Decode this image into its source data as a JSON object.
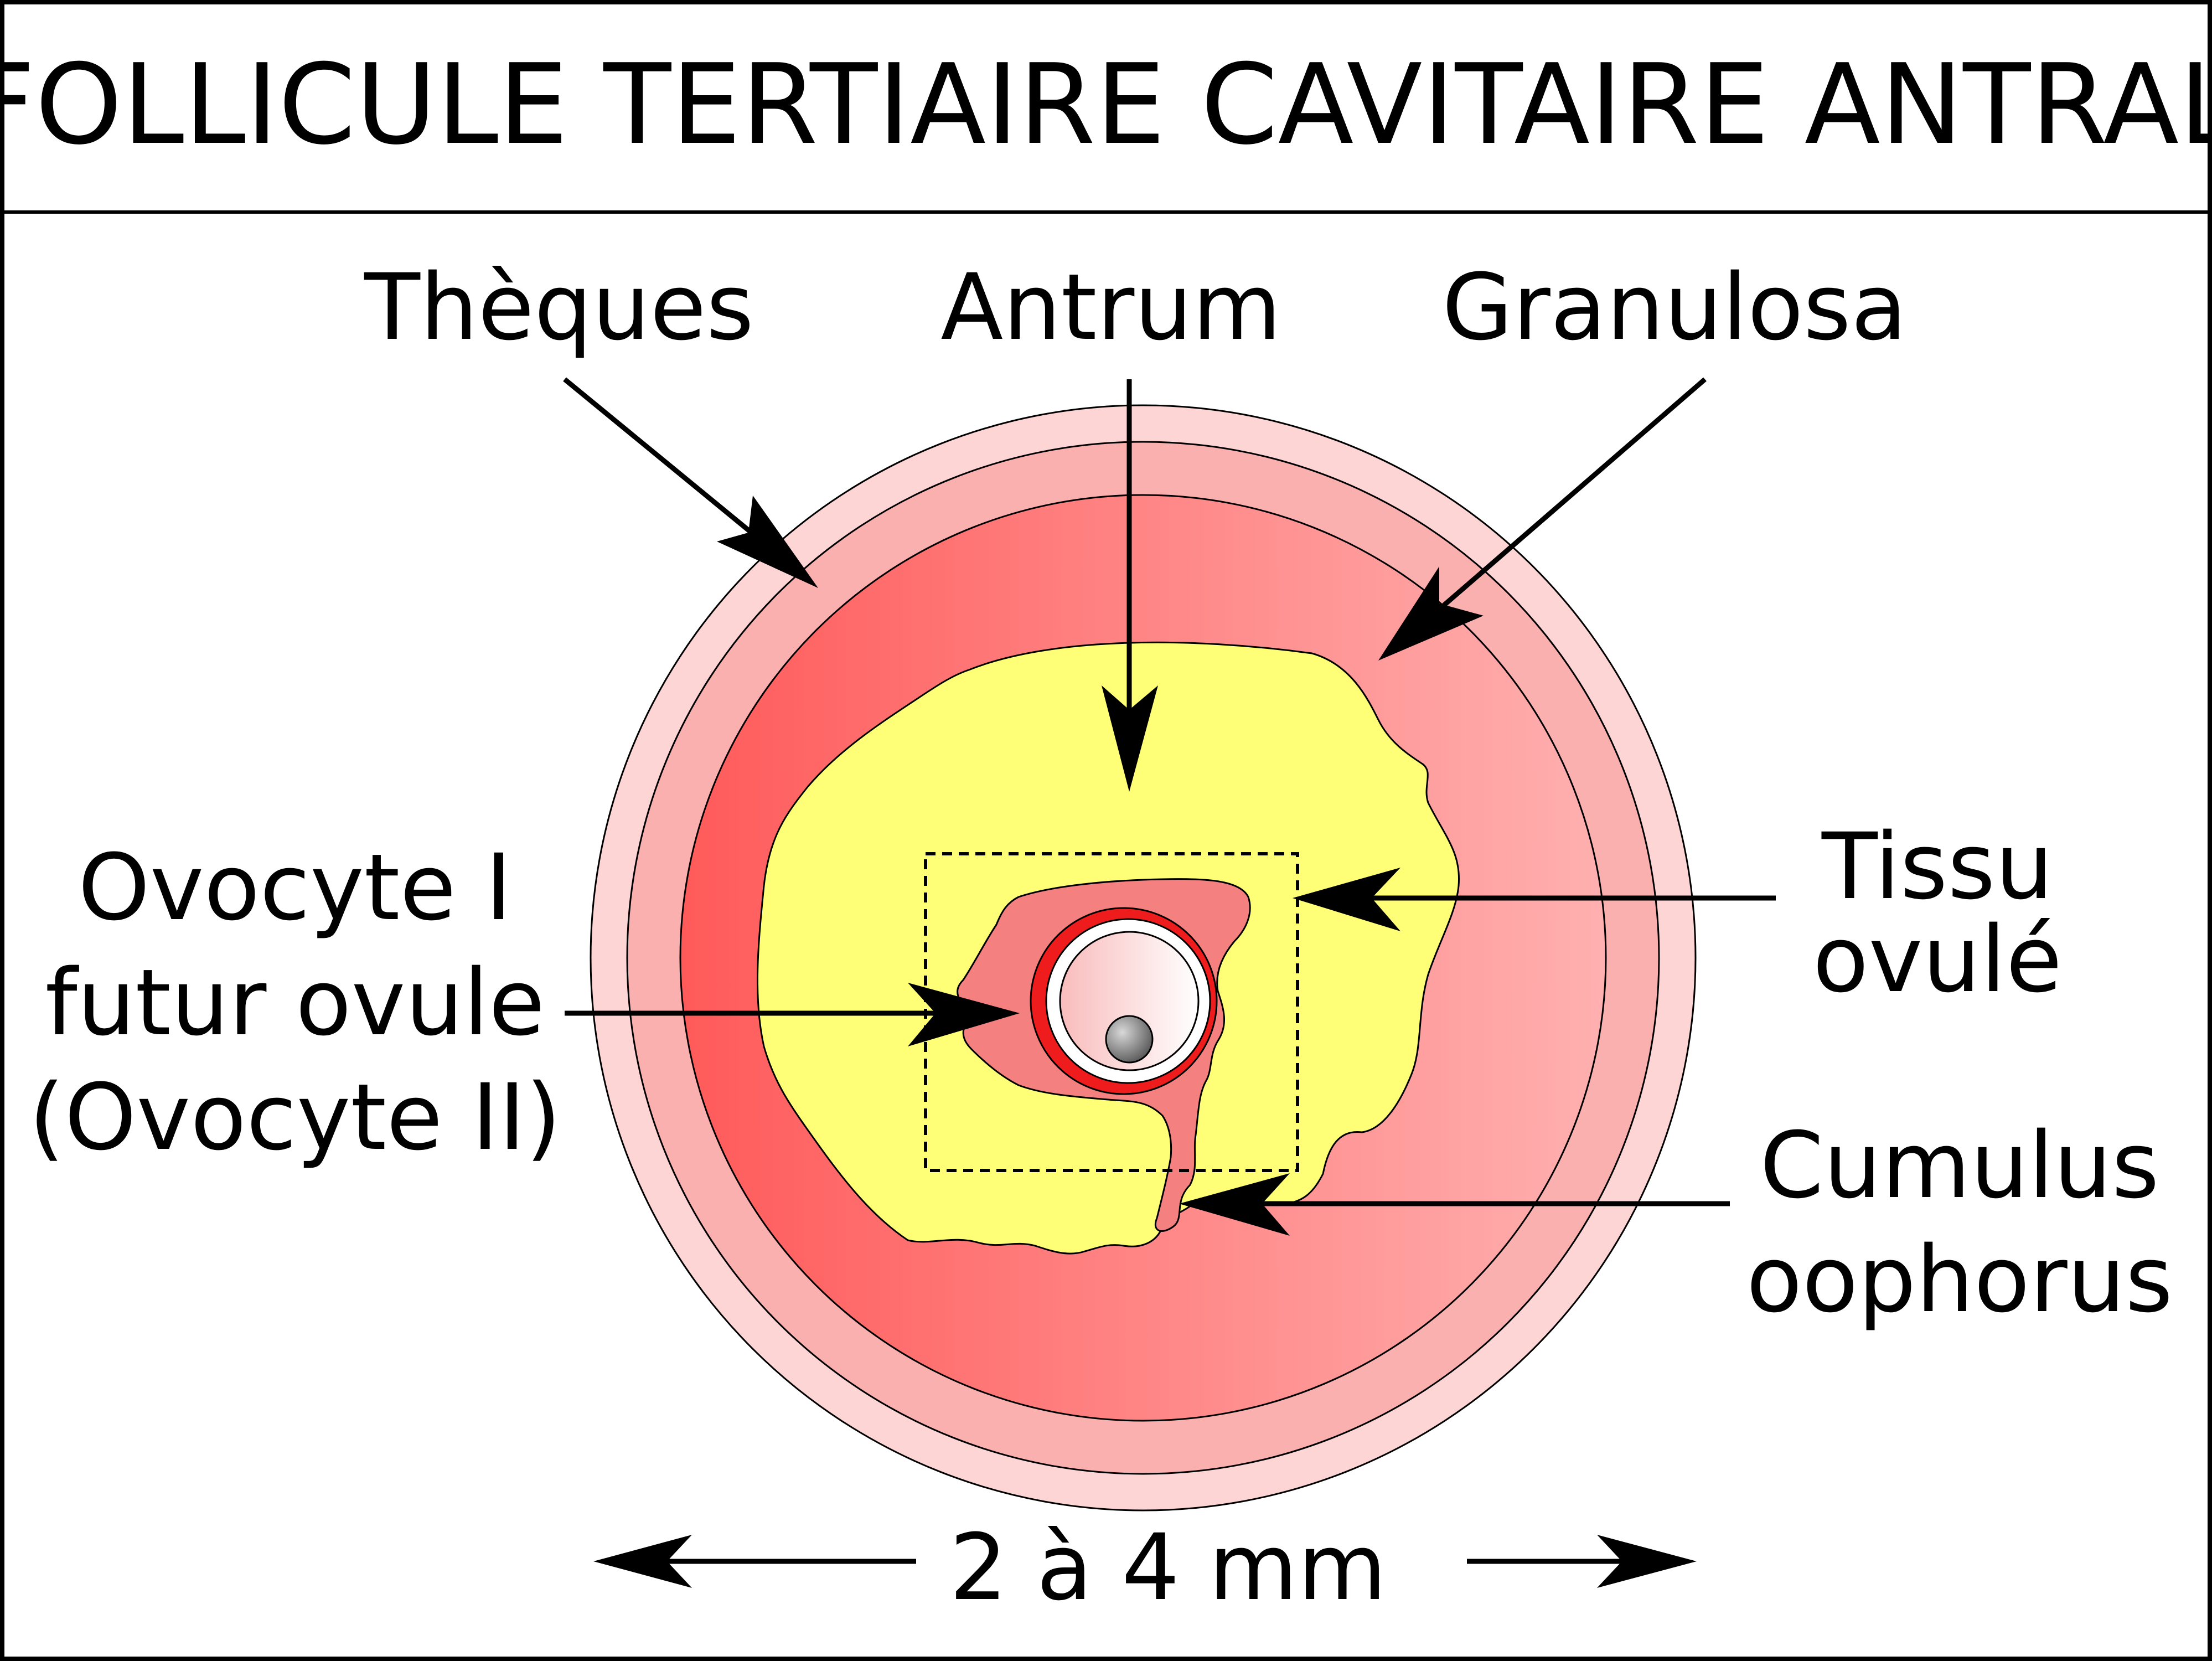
{
  "title": "FOLLICULE TERTIAIRE CAVITAIRE ANTRAL",
  "labels": {
    "theques": "Thèques",
    "antrum": "Antrum",
    "granulosa": "Granulosa",
    "ovocyte_line1": "Ovocyte I",
    "ovocyte_line2": "futur ovule",
    "ovocyte_line3": "(Ovocyte II)",
    "tissu_line1": "Tissu",
    "tissu_line2": "ovulé",
    "cumulus_line1": "Cumulus",
    "cumulus_line2": "oophorus",
    "scale": "2 à 4 mm"
  },
  "colors": {
    "outer_theca": "#fdd5d5",
    "inner_theca": "#fbb0b0",
    "granulosa_dark": "#ff5a5a",
    "granulosa_light": "#ffb0b0",
    "antrum": "#ffff77",
    "zona_red": "#ee1c1c",
    "cumulus": "#f48080",
    "nucleus": "#8a8a8a",
    "ink": "#000000"
  }
}
